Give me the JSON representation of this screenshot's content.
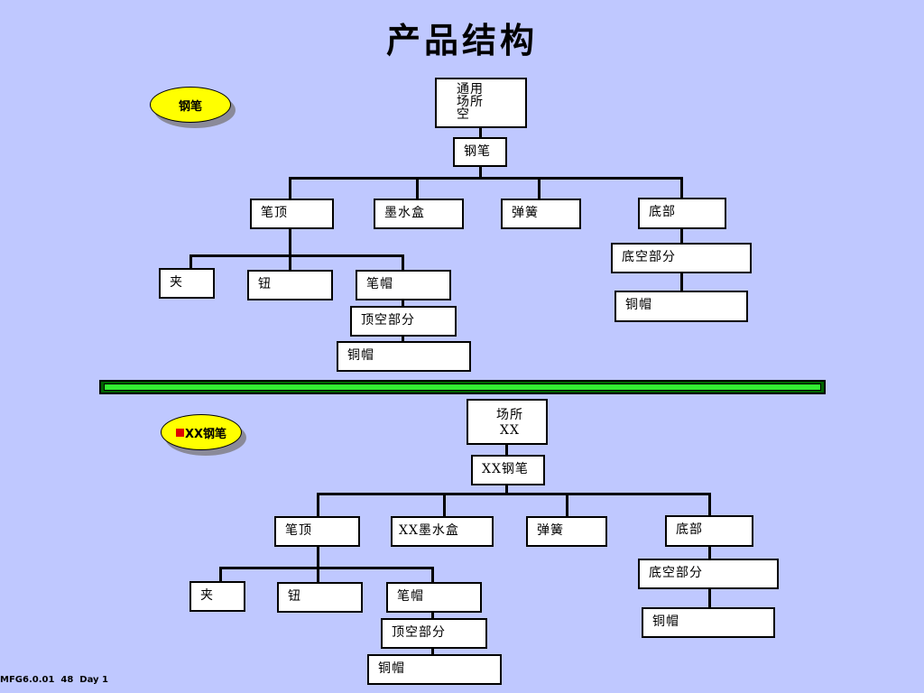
{
  "title": "产品结构",
  "footer": "MFG6.0.01  48  Day 1",
  "top": {
    "badge": "钢笔",
    "root_place": "通用\n场所\n空",
    "root": "钢笔",
    "cap": "笔顶",
    "ink": "墨水盒",
    "spring": "弹簧",
    "bottom": "底部",
    "clip": "夹",
    "button": "钮",
    "cap_hat": "笔帽",
    "cap_empty": "顶空部分",
    "cap_copper": "铜帽",
    "bottom_empty": "底空部分",
    "bottom_copper": "铜帽"
  },
  "bottom": {
    "badge": "XX钢笔",
    "root_place": "场所\nXX",
    "root": "XX钢笔",
    "cap": "笔顶",
    "ink": "XX墨水盒",
    "spring": "弹簧",
    "bottom": "底部",
    "clip": "夹",
    "button": "钮",
    "cap_hat": "笔帽",
    "cap_empty": "顶空部分",
    "cap_copper": "铜帽",
    "bottom_empty": "底空部分",
    "bottom_copper": "铜帽"
  },
  "colors": {
    "background": "#bfc8ff",
    "badge": "#ffff00",
    "divider": "#33ee33"
  }
}
